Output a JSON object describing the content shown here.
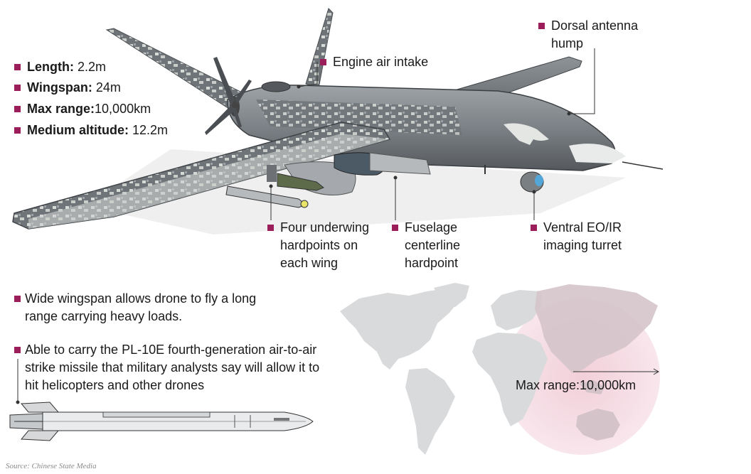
{
  "specs": [
    {
      "key": "Length:",
      "value": " 2.2m"
    },
    {
      "key": "Wingspan:",
      "value": " 24m"
    },
    {
      "key": "Max range:",
      "value": "10,000km"
    },
    {
      "key": "Medium altitude:",
      "value": " 12.2m"
    }
  ],
  "callouts": {
    "engine_intake": "Engine air intake",
    "dorsal_line1": "Dorsal antenna",
    "dorsal_line2": "hump",
    "underwing_line1": "Four underwing",
    "underwing_line2": "hardpoints on",
    "underwing_line3": "each wing",
    "fuselage_line1": "Fuselage",
    "fuselage_line2": "centerline",
    "fuselage_line3": "hardpoint",
    "turret_line1": "Ventral EO/IR",
    "turret_line2": "imaging turret"
  },
  "facts": [
    {
      "line1": "Wide wingspan allows drone to fly a long",
      "line2": "range carrying heavy loads.",
      "line3": ""
    },
    {
      "line1": "Able to carry the PL-10E fourth-generation air-to-air",
      "line2": "strike missile that military analysts say will allow it to",
      "line3": "hit helicopters and other drones"
    }
  ],
  "map": {
    "label": "Max range:10,000km"
  },
  "source": "Source: Chinese State Media",
  "colors": {
    "accent": "#9b1d5a",
    "drone_body": "#7d8287",
    "range_circle": "#f6dce3"
  }
}
